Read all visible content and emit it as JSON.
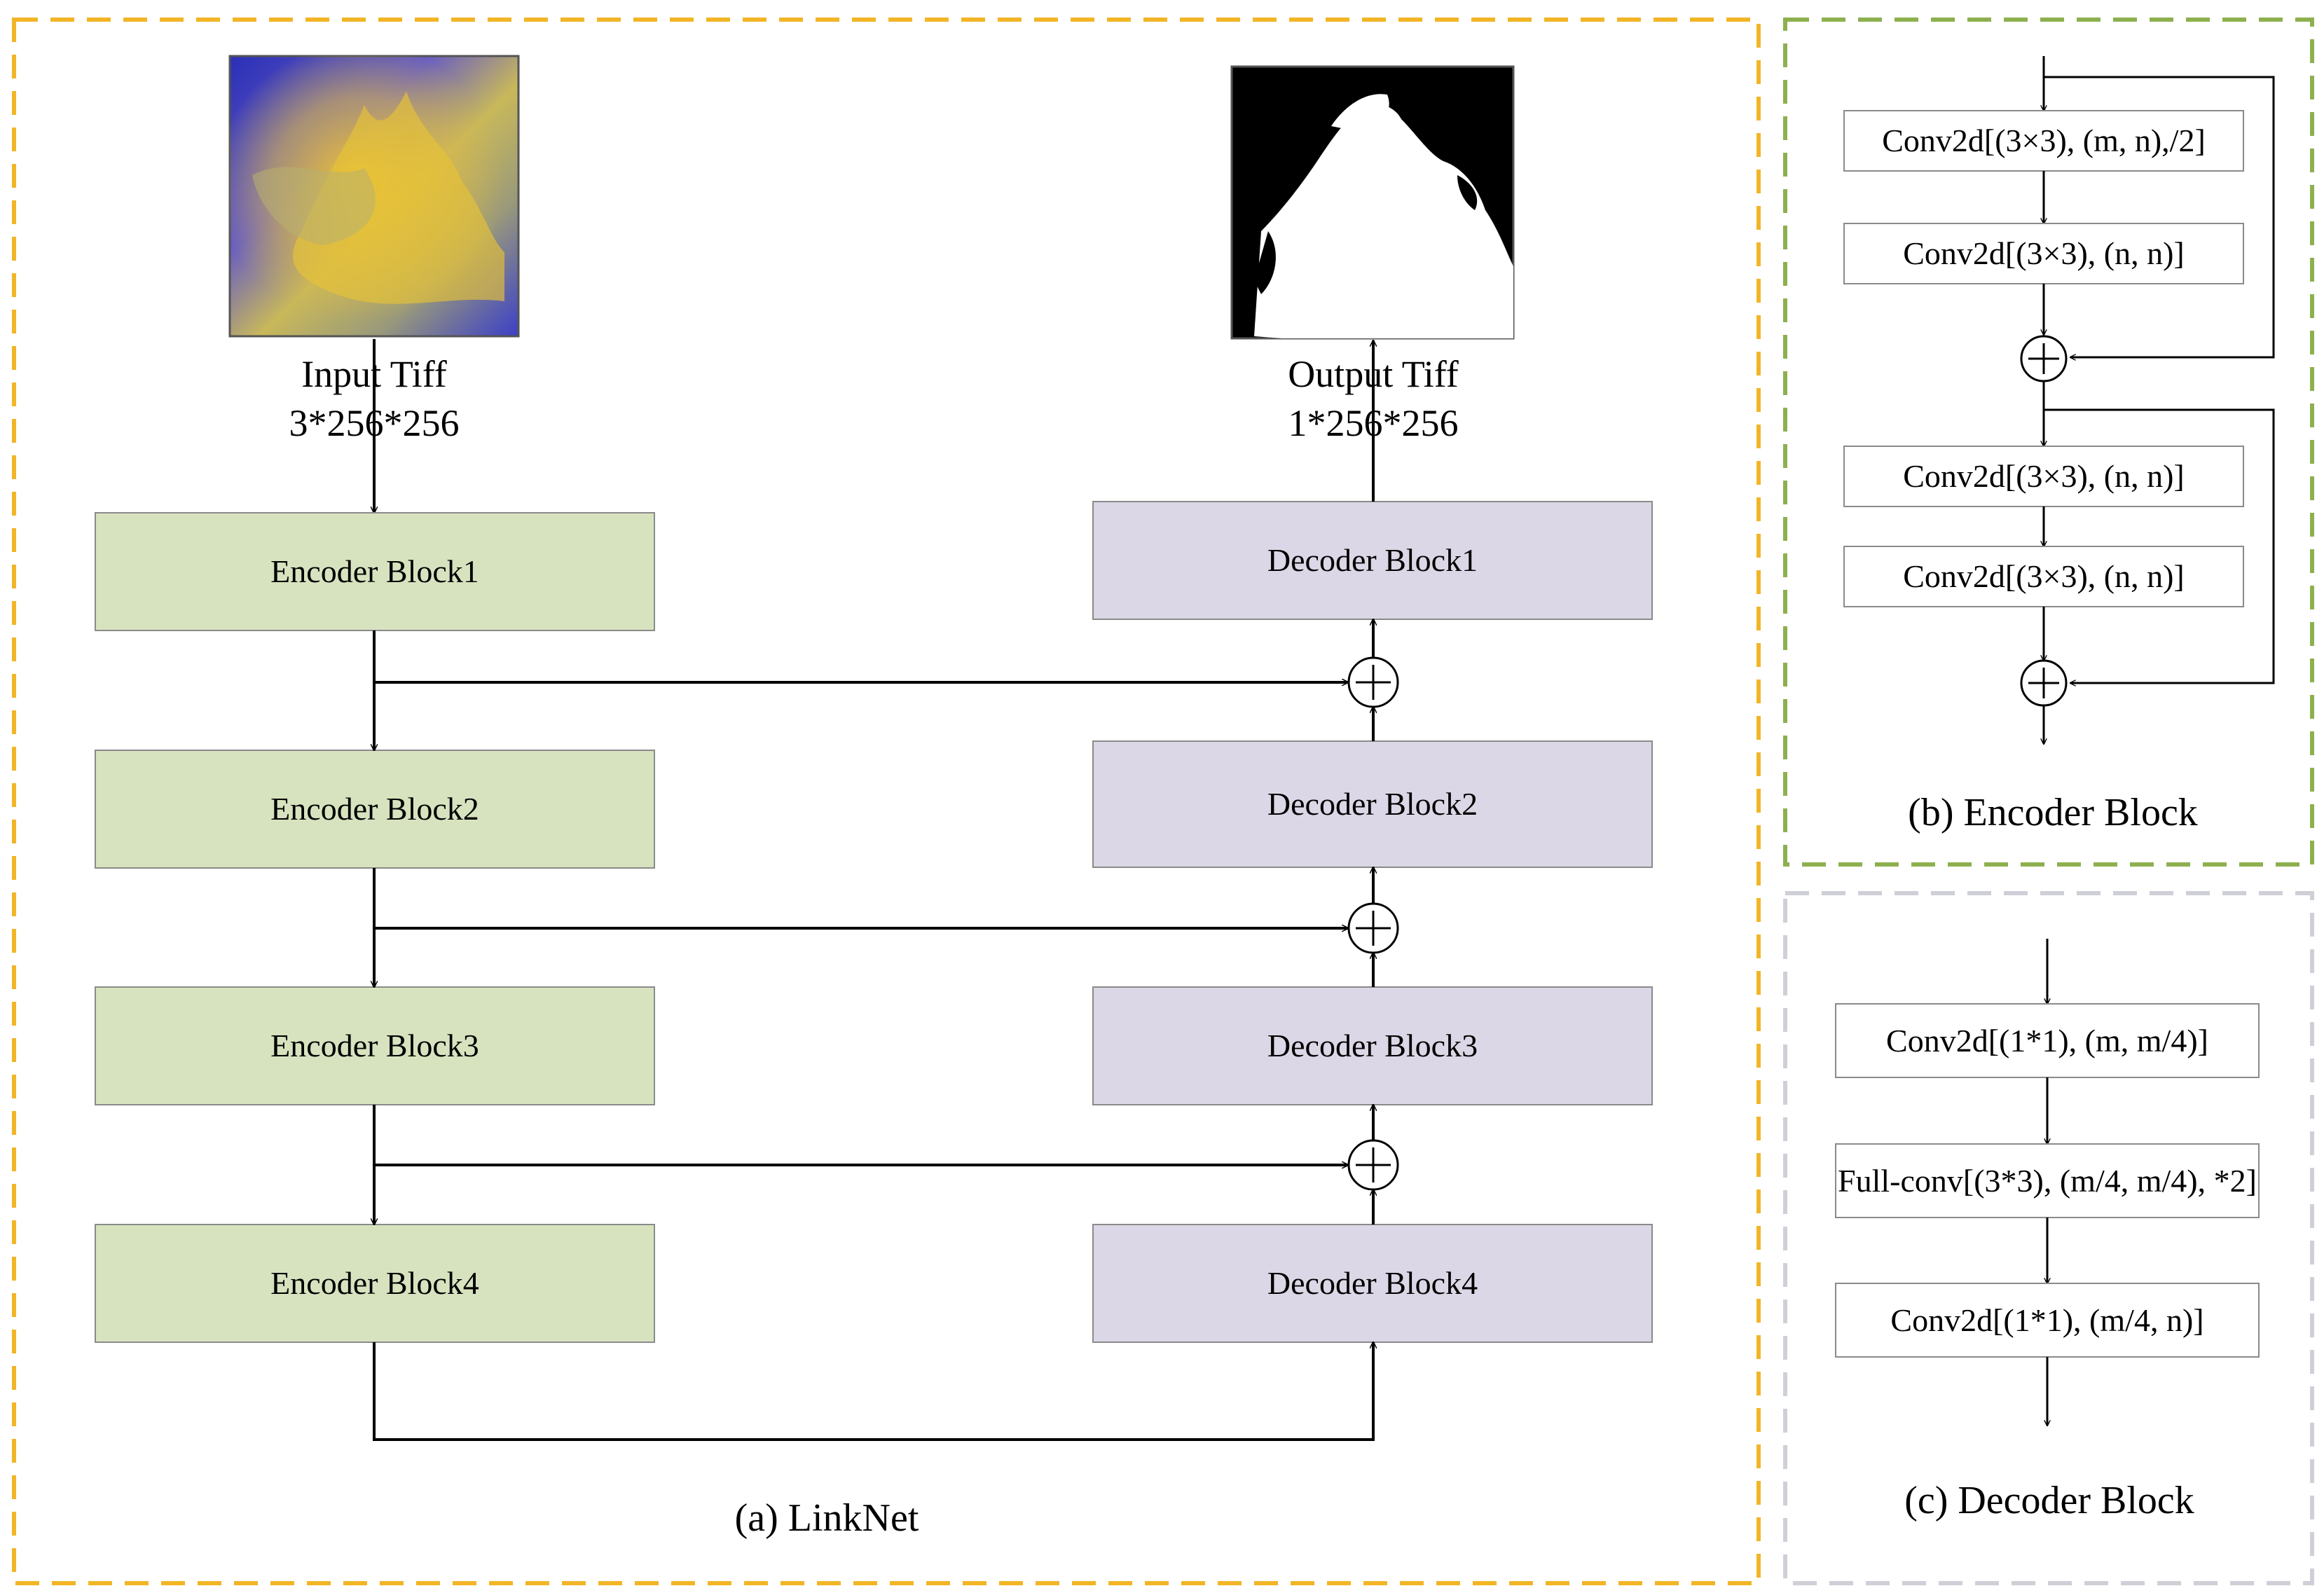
{
  "colors": {
    "linknet_border": "#f2b526",
    "encoder_panel_border": "#8db04f",
    "decoder_panel_border": "#cfcfd8",
    "encoder_fill": "#d7e3bf",
    "decoder_fill": "#dcd7e6"
  },
  "linknet": {
    "caption": "(a) LinkNet",
    "input": {
      "title": "Input Tiff",
      "dims": "3*256*256"
    },
    "output": {
      "title": "Output Tiff",
      "dims": "1*256*256"
    },
    "encoders": [
      "Encoder Block1",
      "Encoder Block2",
      "Encoder Block3",
      "Encoder Block4"
    ],
    "decoders": [
      "Decoder Block1",
      "Decoder Block2",
      "Decoder Block3",
      "Decoder Block4"
    ]
  },
  "encoder_block": {
    "caption": "(b) Encoder Block",
    "layers": [
      "Conv2d[(3×3), (m, n),/2]",
      "Conv2d[(3×3), (n, n)]",
      "Conv2d[(3×3), (n, n)]",
      "Conv2d[(3×3), (n, n)]"
    ]
  },
  "decoder_block": {
    "caption": "(c) Decoder Block",
    "layers": [
      "Conv2d[(1*1), (m, m/4)]",
      "Full-conv[(3*3), (m/4, m/4), *2]",
      "Conv2d[(1*1), (m/4, n)]"
    ]
  }
}
